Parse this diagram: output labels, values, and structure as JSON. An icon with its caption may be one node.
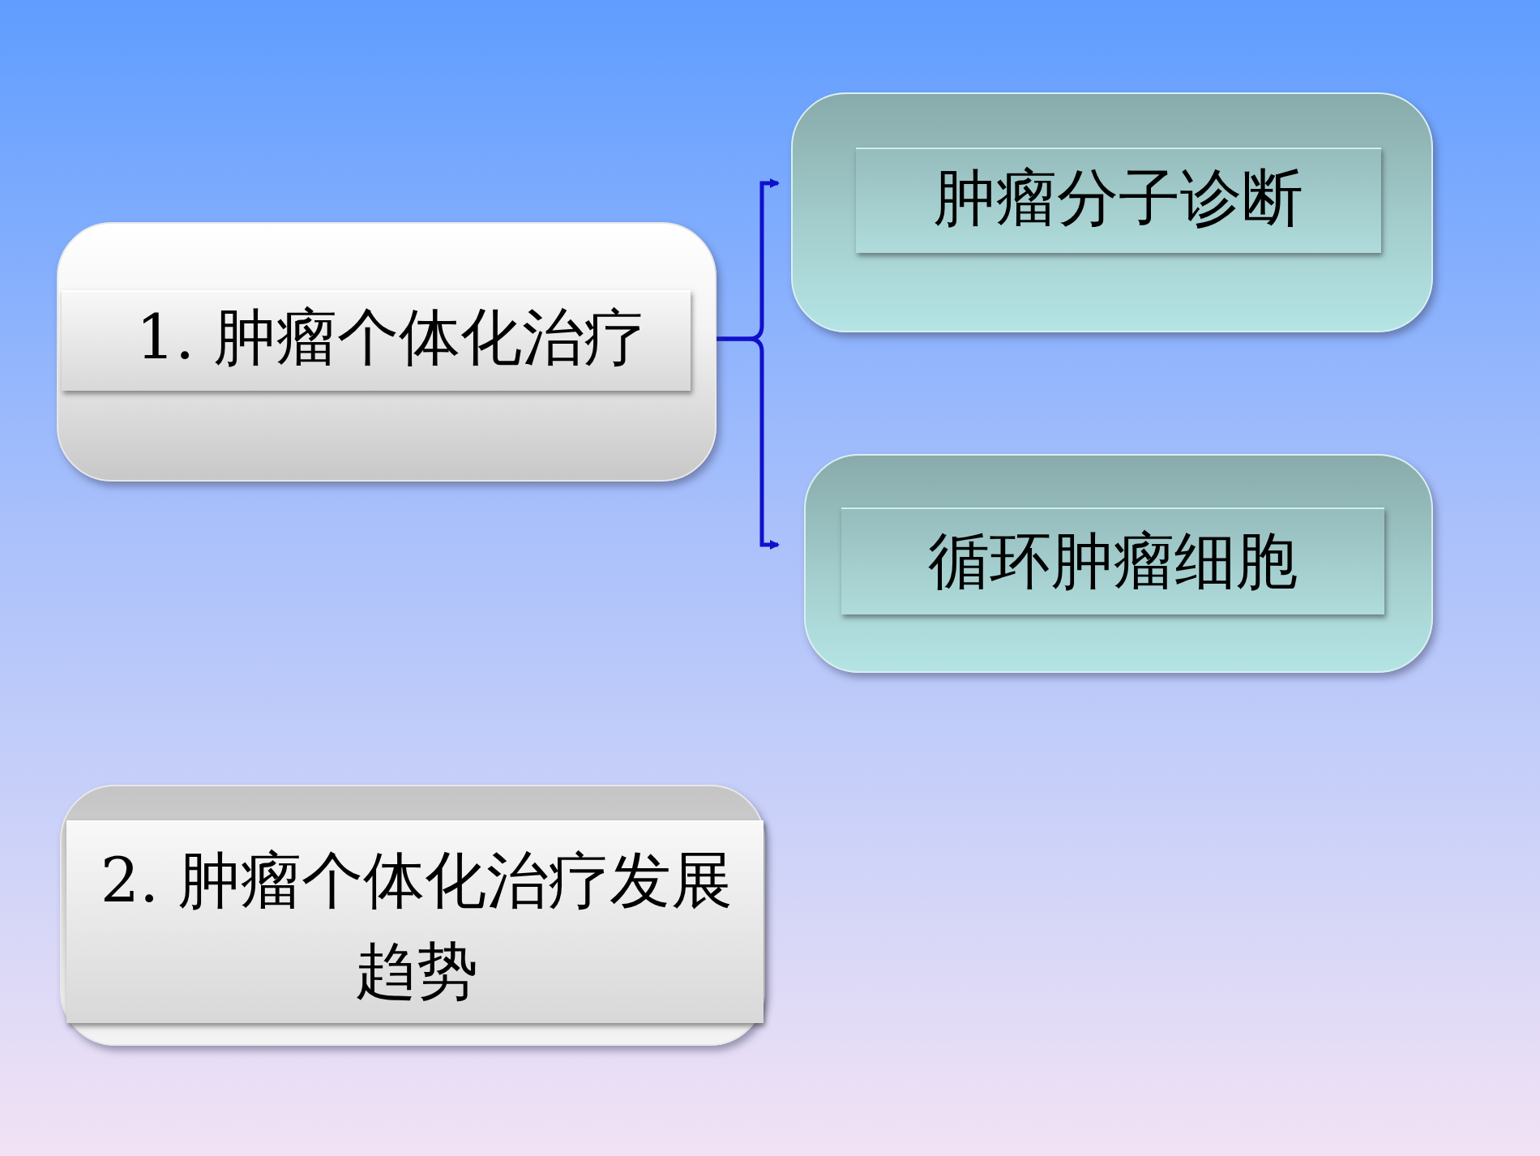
{
  "diagram": {
    "nodes": [
      {
        "text": [
          "1. 肿瘤个体化治疗"
        ]
      },
      {
        "text": [
          "肿瘤分子诊断"
        ]
      },
      {
        "text": [
          "循环肿瘤细胞"
        ]
      },
      {
        "text": [
          "2. 肿瘤个体化治疗发展趋势"
        ]
      }
    ],
    "edges": [
      {
        "from": 0,
        "to": 1,
        "arrow": "to"
      },
      {
        "from": 0,
        "to": 2,
        "arrow": "to"
      }
    ]
  }
}
